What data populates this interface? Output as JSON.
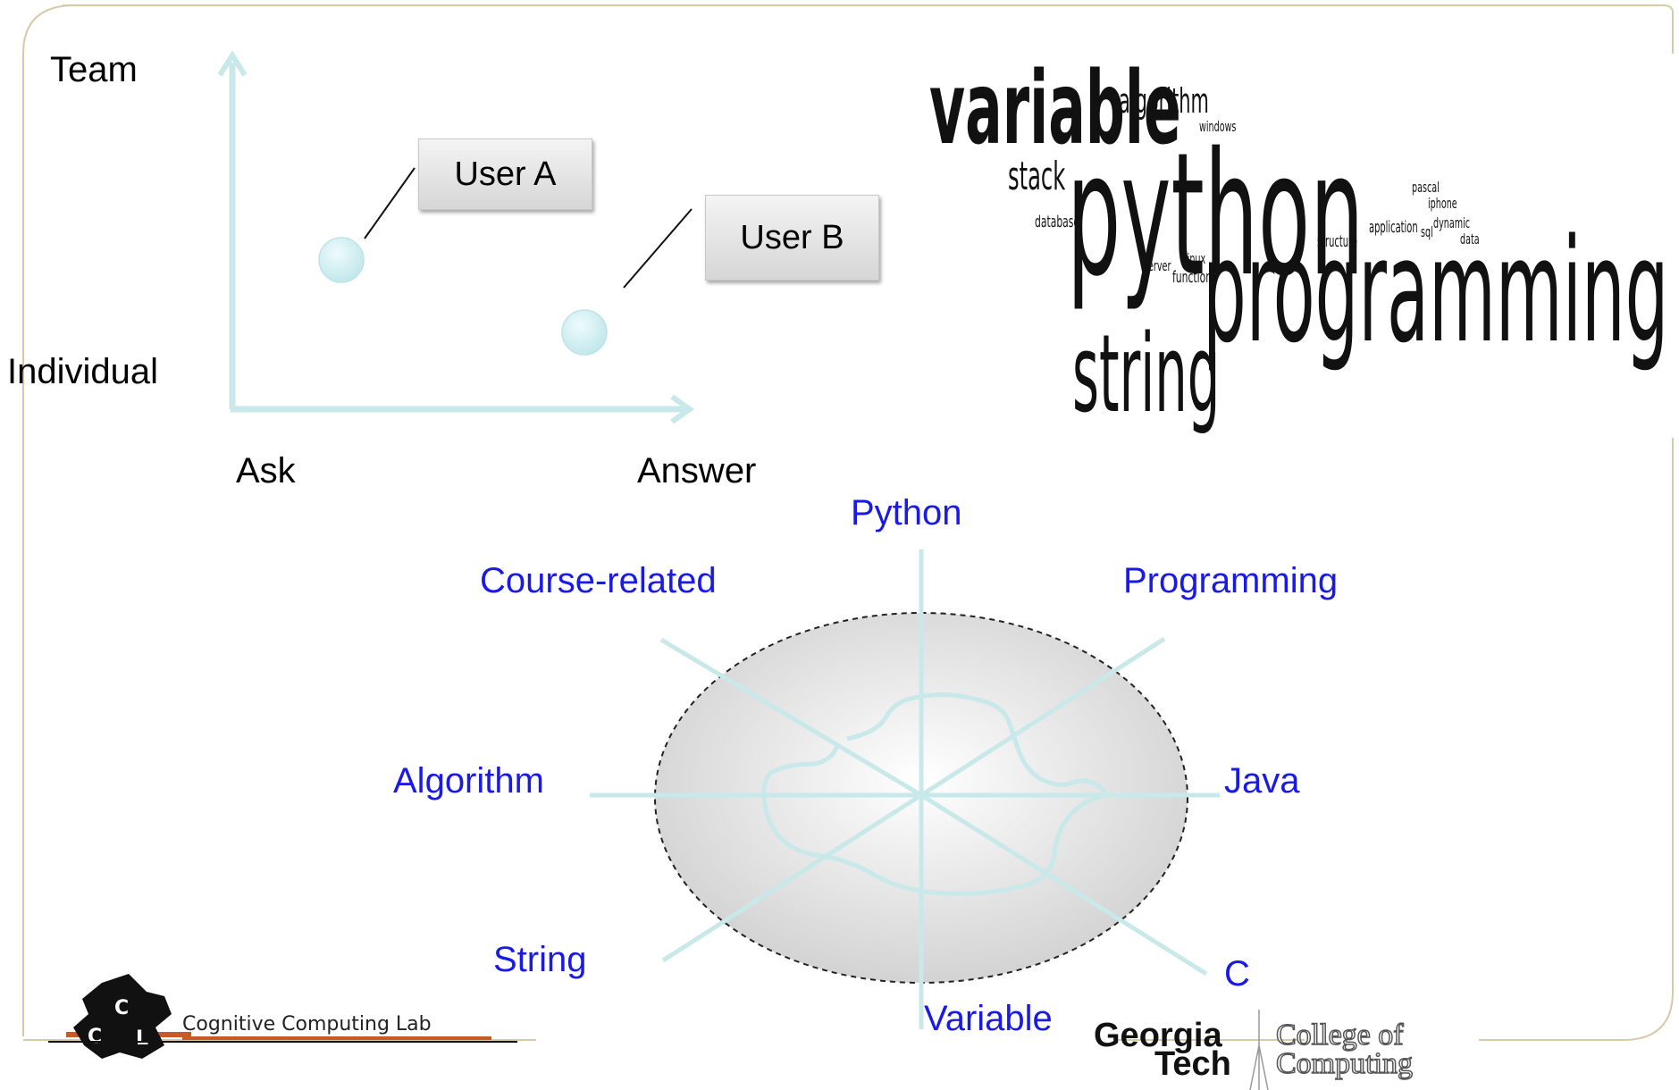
{
  "quadrant": {
    "y_top_label": "Team",
    "y_bottom_label": "Individual",
    "x_left_label": "Ask",
    "x_right_label": "Answer",
    "users": [
      {
        "label": "User A"
      },
      {
        "label": "User B"
      }
    ],
    "axis_color": "#c9e8ea",
    "point_color": "#d4f0f2"
  },
  "word_cloud": {
    "words": [
      "variable",
      "algorithm",
      "windows",
      "stack",
      "python",
      "database",
      "pascal",
      "iphone",
      "dynamic",
      "application",
      "sql",
      "data",
      "structure",
      "linux",
      "server",
      "function",
      "programming",
      "string"
    ]
  },
  "radar": {
    "axes": [
      "Python",
      "Programming",
      "Java",
      "C",
      "Variable",
      "String",
      "Algorithm",
      "Course-related"
    ],
    "label_color": "#1a1ae6"
  },
  "footer": {
    "lab_logo_letters": [
      "C",
      "C",
      "L"
    ],
    "lab_name": "Cognitive Computing Lab",
    "gt_line1": "Georgia",
    "gt_line2": "Tech",
    "college_line1": "College of",
    "college_line2": "Computing"
  }
}
